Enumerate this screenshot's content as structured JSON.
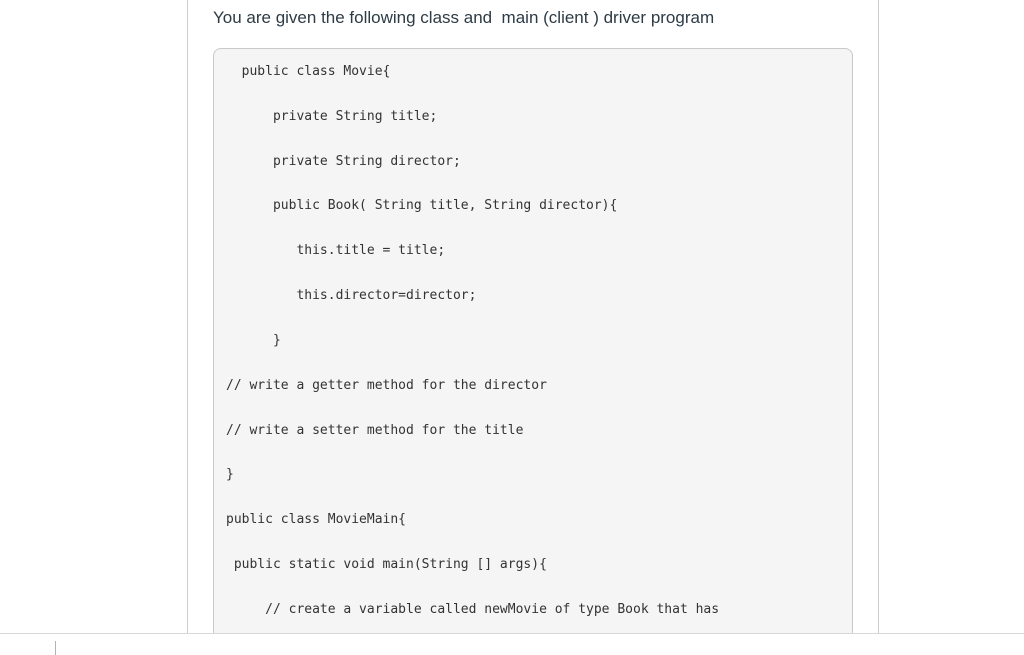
{
  "question": {
    "prompt": "You are given the following class and  main (client ) driver program",
    "code_lines": [
      "  public class Movie{",
      "      private String title;",
      "      private String director;",
      "      public Book( String title, String director){",
      "         this.title = title;",
      "         this.director=director;",
      "      }",
      "// write a getter method for the director",
      "// write a setter method for the title",
      "}",
      "public class MovieMain{",
      " public static void main(String [] args){",
      "     // create a variable called newMovie of type Book that has"
    ]
  },
  "colors": {
    "page_background": "#ffffff",
    "question_border": "#c7cdd1",
    "code_background": "#f5f5f5",
    "code_border": "#c9c9c9",
    "prompt_text": "#2d3b45",
    "code_text": "#333333",
    "divider": "#d8d8d8"
  }
}
